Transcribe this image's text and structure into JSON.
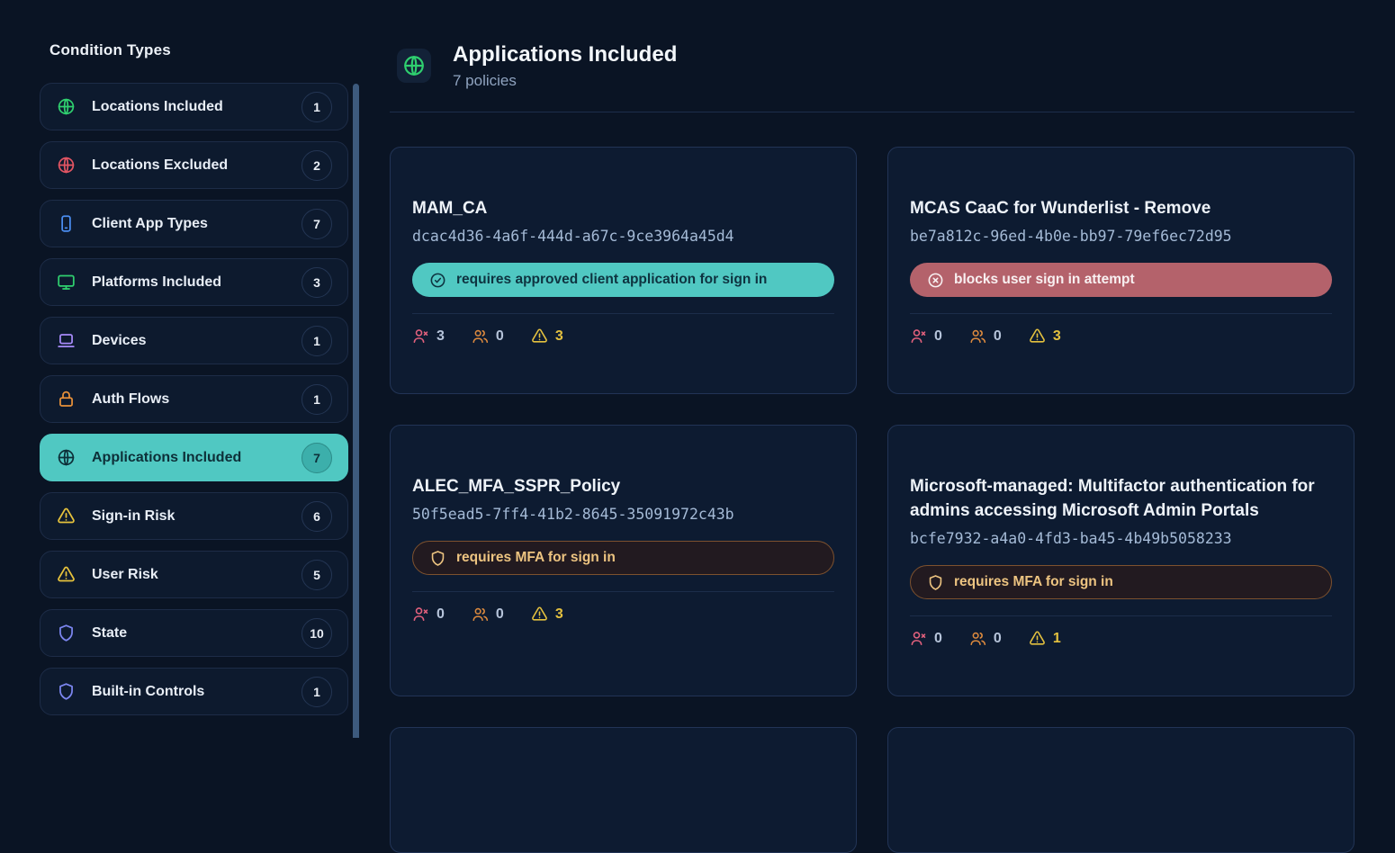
{
  "sidebar": {
    "heading": "Condition Types",
    "items": [
      {
        "label": "Locations Included",
        "count": "1",
        "icon": "globe-icon",
        "icon_color": "#2fd06f",
        "selected": false
      },
      {
        "label": "Locations Excluded",
        "count": "2",
        "icon": "globe-icon",
        "icon_color": "#e25563",
        "selected": false
      },
      {
        "label": "Client App Types",
        "count": "7",
        "icon": "smartphone-icon",
        "icon_color": "#4a8df0",
        "selected": false
      },
      {
        "label": "Platforms Included",
        "count": "3",
        "icon": "monitor-icon",
        "icon_color": "#2fd06f",
        "selected": false
      },
      {
        "label": "Devices",
        "count": "1",
        "icon": "laptop-icon",
        "icon_color": "#a78bfa",
        "selected": false
      },
      {
        "label": "Auth Flows",
        "count": "1",
        "icon": "lock-icon",
        "icon_color": "#e8913a",
        "selected": false
      },
      {
        "label": "Applications Included",
        "count": "7",
        "icon": "globe-icon",
        "icon_color": "#0d2f38",
        "selected": true
      },
      {
        "label": "Sign-in Risk",
        "count": "6",
        "icon": "warning-icon",
        "icon_color": "#e6c23c",
        "selected": false
      },
      {
        "label": "User Risk",
        "count": "5",
        "icon": "warning-icon",
        "icon_color": "#e6c23c",
        "selected": false
      },
      {
        "label": "State",
        "count": "10",
        "icon": "shield-icon",
        "icon_color": "#7c86f0",
        "selected": false
      },
      {
        "label": "Built-in Controls",
        "count": "1",
        "icon": "shield-icon",
        "icon_color": "#7c86f0",
        "selected": false
      }
    ]
  },
  "header": {
    "icon": "globe-icon",
    "icon_color": "#2fd06f",
    "title": "Applications Included",
    "subtitle": "7 policies"
  },
  "stat_icons": {
    "failed": "user-x-icon",
    "users": "users-icon",
    "warnings": "warning-icon"
  },
  "cards": [
    {
      "title": "MAM_CA",
      "uuid": "dcac4d36-4a6f-444d-a67c-9ce3964a45d4",
      "badge": {
        "variant": "teal",
        "icon": "check-circle-icon",
        "label": "requires approved client application for sign in"
      },
      "stats": {
        "failed": "3",
        "users": "0",
        "warnings": "3"
      }
    },
    {
      "title": "MCAS CaaC for Wunderlist - Remove",
      "uuid": "be7a812c-96ed-4b0e-bb97-79ef6ec72d95",
      "badge": {
        "variant": "rose",
        "icon": "x-circle-icon",
        "label": "blocks user sign in attempt"
      },
      "stats": {
        "failed": "0",
        "users": "0",
        "warnings": "3"
      }
    },
    {
      "title": "ALEC_MFA_SSPR_Policy",
      "uuid": "50f5ead5-7ff4-41b2-8645-35091972c43b",
      "badge": {
        "variant": "amber",
        "icon": "shield-icon",
        "label": "requires MFA for sign in"
      },
      "stats": {
        "failed": "0",
        "users": "0",
        "warnings": "3"
      }
    },
    {
      "title": "Microsoft-managed: Multifactor authentication for admins accessing Microsoft Admin Portals",
      "uuid": "bcfe7932-a4a0-4fd3-ba45-4b49b5058233",
      "badge": {
        "variant": "amber",
        "icon": "shield-icon",
        "label": "requires MFA for sign in"
      },
      "stats": {
        "failed": "0",
        "users": "0",
        "warnings": "1"
      }
    }
  ],
  "colors": {
    "background": "#0a1424",
    "card_background": "#0d1b31",
    "accent_teal": "#50c8c2",
    "status_rose": "#b4626b",
    "status_amber": "#edc481",
    "green": "#2fd06f",
    "red": "#e25563",
    "blue": "#4a8df0",
    "purple": "#a78bfa",
    "orange": "#e8913a",
    "yellow": "#e6c23c",
    "indigo": "#7c86f0",
    "stat_failed": "#e0607c",
    "stat_users": "#dd8a3e",
    "stat_warning": "#e4c13f"
  }
}
